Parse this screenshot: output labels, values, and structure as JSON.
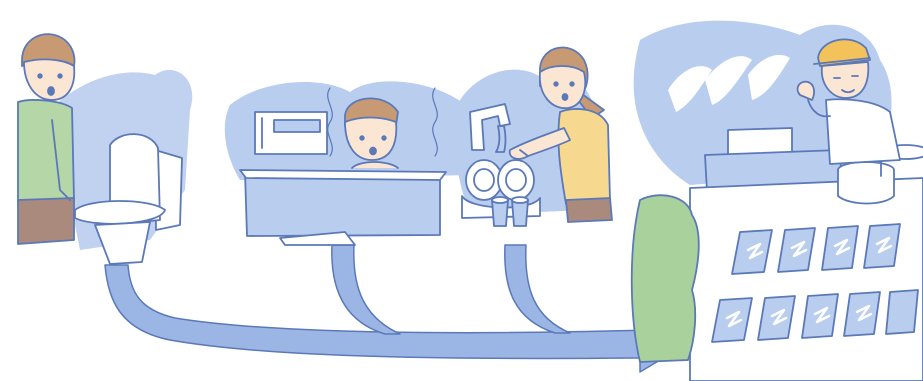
{
  "illustration": {
    "scenes": [
      {
        "id": "toilet",
        "icon": "toilet-icon"
      },
      {
        "id": "bath",
        "icon": "bathtub-icon"
      },
      {
        "id": "kitchen",
        "icon": "sink-icon"
      },
      {
        "id": "treatment-plant",
        "icon": "water-treatment-plant-icon"
      }
    ],
    "colors": {
      "blob": "#b9cdee",
      "flow": "#9bb6e5",
      "line": "#5b79b8",
      "skin": "#fbe6d3",
      "hair": "#c79a74",
      "green_shirt": "#b5d6a7",
      "yellow_shirt": "#f6d98e",
      "brown_pants": "#a98a7d",
      "hedge": "#a9d19c",
      "helmet": "#f4c25a"
    }
  }
}
